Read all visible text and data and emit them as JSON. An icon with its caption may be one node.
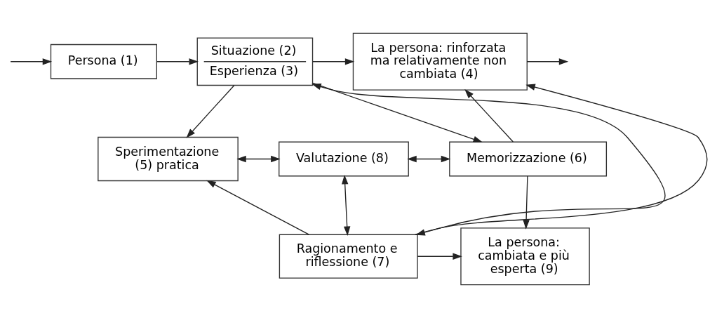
{
  "diagram": {
    "nodes": [
      {
        "text": [
          "Persona (1)"
        ]
      },
      {
        "text": [
          "Situazione (2)",
          "Esperienza (3)"
        ]
      },
      {
        "text": [
          "La persona: rinforzata ma relativamente non cambiata (4)"
        ]
      },
      {
        "text": [
          "Sperimentazione (5) pratica"
        ]
      },
      {
        "text": [
          "Valutazione (8)"
        ]
      },
      {
        "text": [
          "Memorizzazione (6)"
        ]
      },
      {
        "text": [
          "Ragionamento e riflessione (7)"
        ]
      },
      {
        "text": [
          "La persona: cambiata e più esperta (9)"
        ]
      }
    ],
    "edges": [
      {
        "from": null,
        "to": 0,
        "arrow": "to"
      },
      {
        "from": 0,
        "to": 1,
        "arrow": "to"
      },
      {
        "from": 1,
        "to": 2,
        "arrow": "to"
      },
      {
        "from": 2,
        "to": null,
        "arrow": "to"
      },
      {
        "from": 1,
        "to": 3,
        "arrow": "to"
      },
      {
        "from": 1,
        "to": 5,
        "arrow": "to"
      },
      {
        "from": 3,
        "to": 4,
        "arrow": "both"
      },
      {
        "from": 4,
        "to": 5,
        "arrow": "both"
      },
      {
        "from": 5,
        "to": 2,
        "arrow": "to"
      },
      {
        "from": 5,
        "to": 7,
        "arrow": "to"
      },
      {
        "from": 4,
        "to": 6,
        "arrow": "both"
      },
      {
        "from": 6,
        "to": 3,
        "arrow": "to"
      },
      {
        "from": 6,
        "to": 2,
        "arrow": "to"
      },
      {
        "from": 6,
        "to": 1,
        "arrow": "both"
      },
      {
        "from": 6,
        "to": 7,
        "arrow": "to"
      }
    ]
  }
}
